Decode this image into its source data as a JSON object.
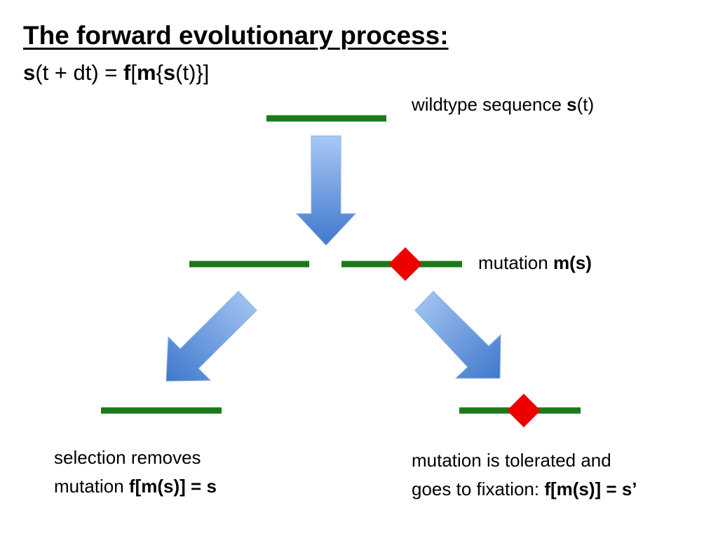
{
  "title": "The forward evolutionary process:",
  "formula": {
    "p1": "s",
    "p2": "(t + dt) = ",
    "p3": "f",
    "p4": "[",
    "p5": "m",
    "p6": "{",
    "p7": "s",
    "p8": "(t)}]"
  },
  "labels": {
    "wildtype": {
      "text": "wildtype sequence ",
      "bold": "s",
      "tail": "(t)"
    },
    "mutation": {
      "text": "mutation ",
      "bold": "m(s)"
    },
    "selection": {
      "line1": "selection removes",
      "line2": "mutation ",
      "bold": "f[m(s)] = s"
    },
    "fixation": {
      "line1": "mutation is tolerated and",
      "line2": "goes to fixation: ",
      "bold": "f[m(s)] = s’"
    }
  },
  "colors": {
    "sequence_line": "#1a7a1a",
    "mutation_marker": "#ee0000",
    "arrow_light": "#a8c8f4",
    "arrow_dark": "#3f78cc"
  }
}
